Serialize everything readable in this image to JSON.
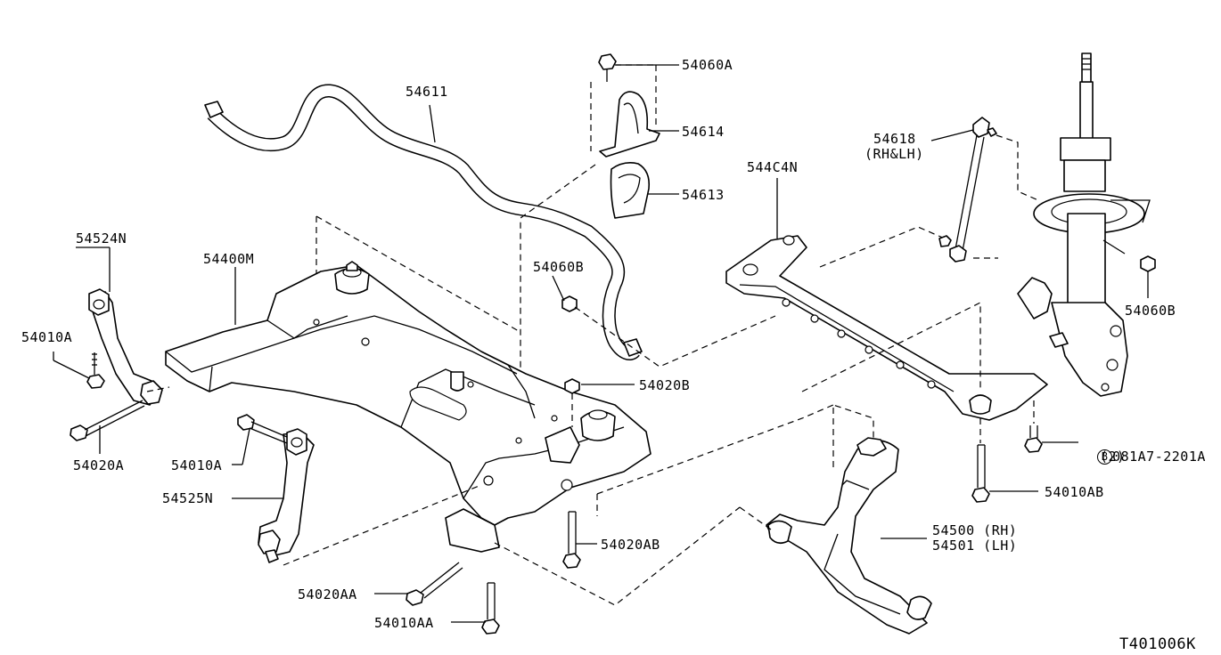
{
  "labels": {
    "p54611": "54611",
    "p54060A": "54060A",
    "p54614": "54614",
    "p54613": "54613",
    "p54060B_top": "54060B",
    "p54618": "54618",
    "p54618_sub": "(RH&LH)",
    "p544C4N": "544C4N",
    "p54060B_right": "54060B",
    "p54524N": "54524N",
    "p54400M": "54400M",
    "p54010A_left": "54010A",
    "p54020B": "54020B",
    "p54020A": "54020A",
    "p54010A_mid": "54010A",
    "p54525N": "54525N",
    "p081A7": "081A7-2201A",
    "p081A7_qty": "(2)",
    "p081A7_badge": "B",
    "p54010AB": "54010AB",
    "p54500": "54500 (RH)",
    "p54501": "54501 (LH)",
    "p54020AB": "54020AB",
    "p54020AA": "54020AA",
    "p54010AA": "54010AA"
  },
  "diagram_ref": "T401006K"
}
